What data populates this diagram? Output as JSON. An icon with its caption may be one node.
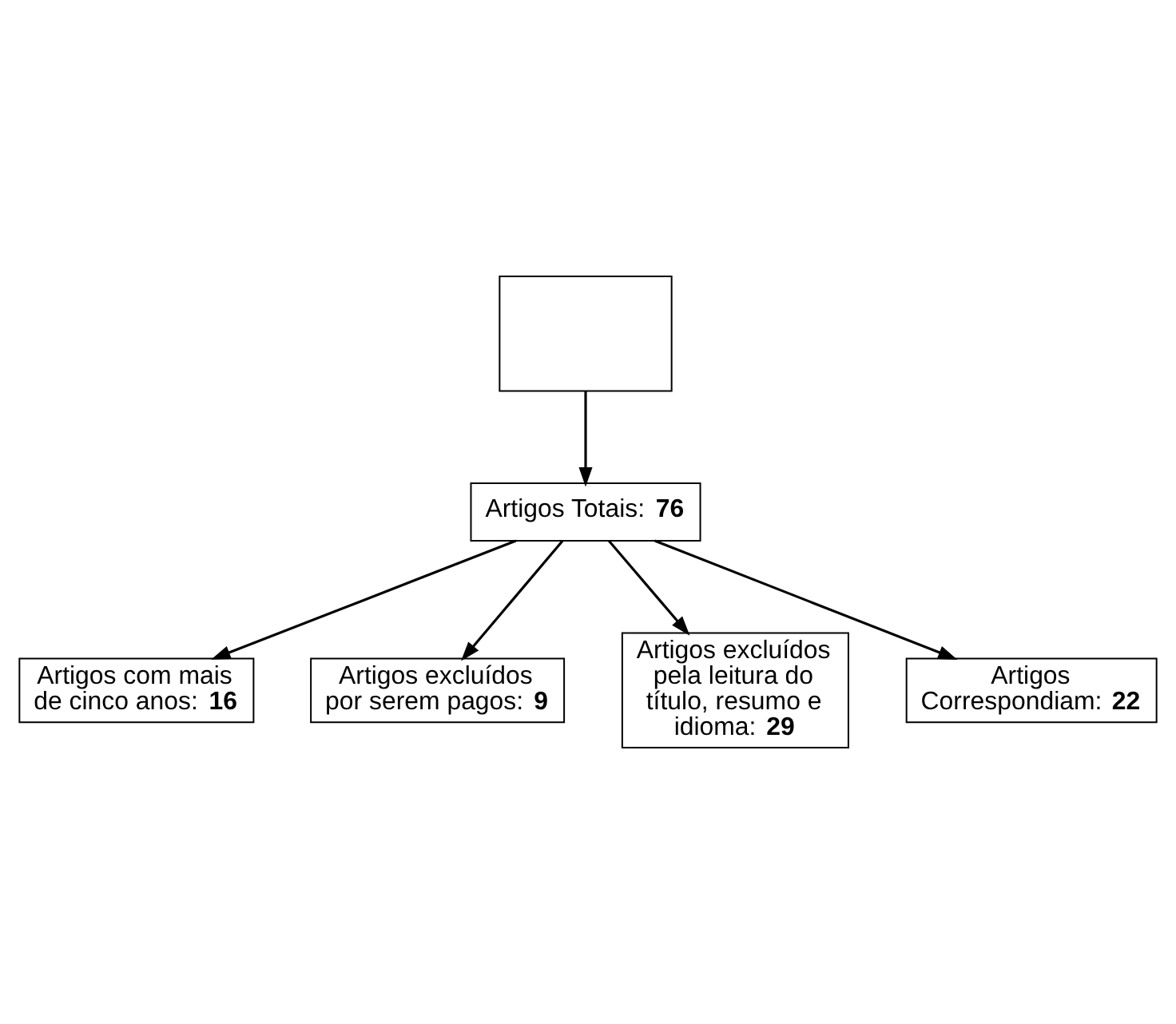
{
  "diagram": {
    "nodes": [
      {
        "text": [],
        "shape": "box"
      },
      {
        "text": [
          "Artigos com mais de cinco anos: **16**"
        ]
      },
      {
        "text": [
          "Artigos Totais: **76**"
        ]
      },
      {
        "text": [
          "Artigos excluídos por serem pagos: **9**"
        ]
      },
      {
        "text": [
          "Artigos excluídos pela leitura do título, resumo e idioma: **29**"
        ]
      },
      {
        "text": [
          "Artigos Correspondiam: **22**"
        ]
      }
    ],
    "edges": [
      {
        "from": 0,
        "to": 2,
        "arrow": "to"
      },
      {
        "from": 2,
        "to": 1,
        "arrow": "to"
      },
      {
        "from": 2,
        "to": 3,
        "arrow": "to"
      },
      {
        "from": 2,
        "to": 4,
        "arrow": "to"
      },
      {
        "from": 2,
        "to": 5,
        "arrow": "to"
      }
    ]
  }
}
